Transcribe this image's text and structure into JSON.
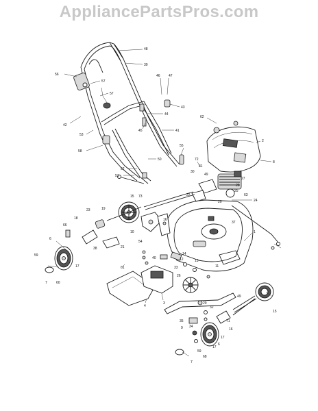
{
  "watermark": {
    "text": "AppliancePartsPros.com"
  },
  "diagram": {
    "callouts": [
      {
        "id": "c48a",
        "label": "48"
      },
      {
        "id": "c39",
        "label": "39"
      },
      {
        "id": "c56",
        "label": "56"
      },
      {
        "id": "c57a",
        "label": "57"
      },
      {
        "id": "c57b",
        "label": "57"
      },
      {
        "id": "c42",
        "label": "42"
      },
      {
        "id": "c53",
        "label": "53"
      },
      {
        "id": "c58",
        "label": "58"
      },
      {
        "id": "c46",
        "label": "46"
      },
      {
        "id": "c47",
        "label": "47"
      },
      {
        "id": "c43",
        "label": "43"
      },
      {
        "id": "c45",
        "label": "45"
      },
      {
        "id": "c44",
        "label": "44"
      },
      {
        "id": "c41",
        "label": "41"
      },
      {
        "id": "c62",
        "label": "62"
      },
      {
        "id": "c2",
        "label": "2"
      },
      {
        "id": "c8a",
        "label": "8"
      },
      {
        "id": "c55",
        "label": "55"
      },
      {
        "id": "c50",
        "label": "50"
      },
      {
        "id": "c52",
        "label": "52"
      },
      {
        "id": "c51",
        "label": "51"
      },
      {
        "id": "c72",
        "label": "72"
      },
      {
        "id": "c31",
        "label": "31"
      },
      {
        "id": "c49a",
        "label": "49"
      },
      {
        "id": "c30",
        "label": "30"
      },
      {
        "id": "c27",
        "label": "27"
      },
      {
        "id": "c28",
        "label": "28"
      },
      {
        "id": "c25",
        "label": "25"
      },
      {
        "id": "c73",
        "label": "73"
      },
      {
        "id": "c15a",
        "label": "15"
      },
      {
        "id": "c23",
        "label": "23"
      },
      {
        "id": "c22",
        "label": "22"
      },
      {
        "id": "c24",
        "label": "24"
      },
      {
        "id": "c63",
        "label": "63"
      },
      {
        "id": "c20",
        "label": "20"
      },
      {
        "id": "c37",
        "label": "37"
      },
      {
        "id": "c18",
        "label": "18"
      },
      {
        "id": "c66",
        "label": "66"
      },
      {
        "id": "c19",
        "label": "19"
      },
      {
        "id": "c16",
        "label": "16"
      },
      {
        "id": "c10",
        "label": "10"
      },
      {
        "id": "c38",
        "label": "38"
      },
      {
        "id": "c21",
        "label": "21"
      },
      {
        "id": "c54",
        "label": "54"
      },
      {
        "id": "c1",
        "label": "1"
      },
      {
        "id": "c6a",
        "label": "6"
      },
      {
        "id": "c17a",
        "label": "17"
      },
      {
        "id": "c59a",
        "label": "59"
      },
      {
        "id": "c60",
        "label": "60"
      },
      {
        "id": "c7a",
        "label": "7"
      },
      {
        "id": "c61",
        "label": "61"
      },
      {
        "id": "c40",
        "label": "40"
      },
      {
        "id": "c14",
        "label": "14"
      },
      {
        "id": "c12",
        "label": "12"
      },
      {
        "id": "c13",
        "label": "13"
      },
      {
        "id": "c4",
        "label": "4"
      },
      {
        "id": "c3",
        "label": "3"
      },
      {
        "id": "c26",
        "label": "26"
      },
      {
        "id": "c33",
        "label": "33"
      },
      {
        "id": "c29",
        "label": "29"
      },
      {
        "id": "c32",
        "label": "32"
      },
      {
        "id": "c11",
        "label": "11"
      },
      {
        "id": "c49b",
        "label": "49"
      },
      {
        "id": "c15b",
        "label": "15"
      },
      {
        "id": "c17b",
        "label": "17"
      },
      {
        "id": "c16b",
        "label": "16"
      },
      {
        "id": "c17c",
        "label": "17"
      },
      {
        "id": "c6b",
        "label": "6"
      },
      {
        "id": "c59b",
        "label": "59"
      },
      {
        "id": "c68",
        "label": "68"
      },
      {
        "id": "c7b",
        "label": "7"
      },
      {
        "id": "c35",
        "label": "35"
      },
      {
        "id": "c9",
        "label": "9"
      },
      {
        "id": "c34",
        "label": "34"
      },
      {
        "id": "c71",
        "label": "71"
      }
    ]
  }
}
